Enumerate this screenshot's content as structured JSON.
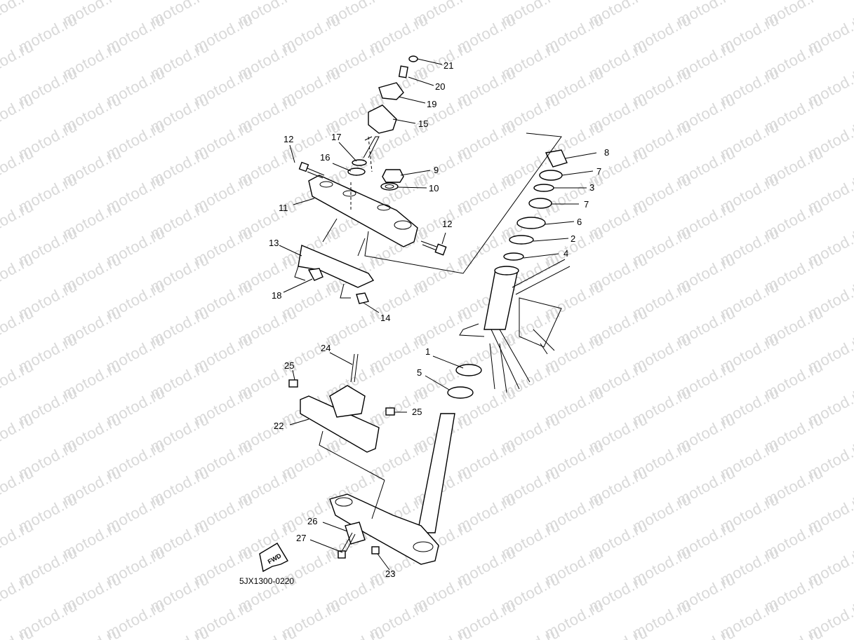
{
  "watermark": "motod.ru",
  "diagram_code": "5JX1300-0220",
  "fwd_label": "FWD",
  "callouts": {
    "c1": "1",
    "c2": "2",
    "c3": "3",
    "c4": "4",
    "c5": "5",
    "c6": "6",
    "c7a": "7",
    "c7b": "7",
    "c8": "8",
    "c9": "9",
    "c10": "10",
    "c11": "11",
    "c12a": "12",
    "c12b": "12",
    "c13": "13",
    "c14": "14",
    "c15": "15",
    "c16": "16",
    "c17": "17",
    "c18": "18",
    "c19": "19",
    "c20": "20",
    "c21": "21",
    "c22": "22",
    "c23": "23",
    "c24": "24",
    "c25a": "25",
    "c25b": "25",
    "c26": "26",
    "c27": "27"
  }
}
